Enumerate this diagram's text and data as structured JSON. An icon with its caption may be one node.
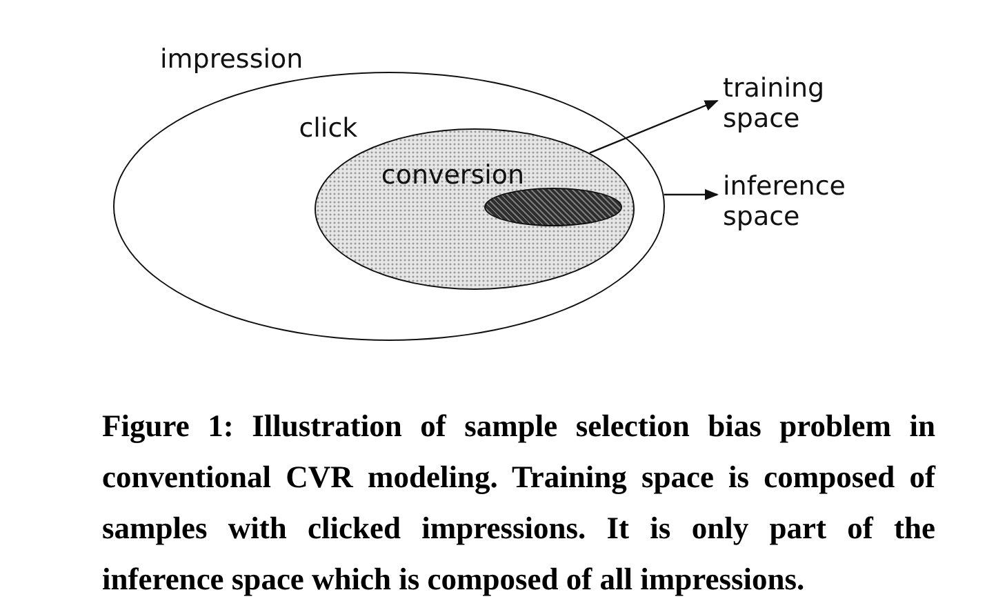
{
  "diagram": {
    "caption": "Figure 1: Illustration of sample selection bias problem in conventional CVR modeling. Training space is composed of samples with clicked impressions. It is only part of the inference space which is composed of all impressions.",
    "nodes": [
      {
        "text": [
          "impression"
        ]
      },
      {
        "text": [
          "click"
        ],
        "in": 0
      },
      {
        "text": [
          "conversion"
        ],
        "in": 1
      },
      {
        "text": [
          "training space"
        ]
      },
      {
        "text": [
          "inference space"
        ]
      }
    ],
    "edges": [
      {
        "from": 1,
        "to": 3,
        "arrow": "to"
      },
      {
        "from": 0,
        "to": 4,
        "arrow": "to"
      }
    ]
  }
}
